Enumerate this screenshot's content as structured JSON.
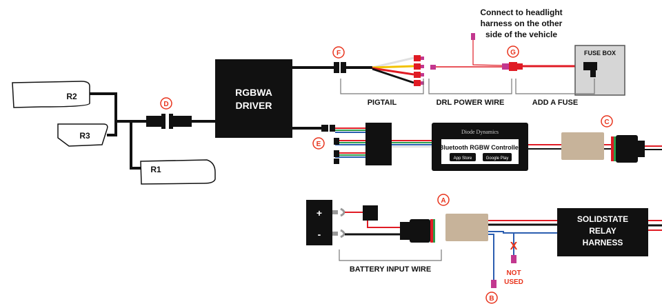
{
  "colors": {
    "red_accent": "#e8331c",
    "black_box": "#111111",
    "wire_black": "#111111",
    "wire_red": "#e01b24",
    "wire_blue": "#2a5db0",
    "tan_plug": "#c7b39a",
    "magenta_tip": "#c2378f"
  },
  "note": "Connect to headlight harness on the other side of the vehicle",
  "note_lines": [
    "Connect to headlight",
    "harness on the other",
    "side of the vehicle"
  ],
  "lights": {
    "r2": "R2",
    "r3": "R3",
    "r1": "R1"
  },
  "driver": {
    "line1": "RGBWA",
    "line2": "DRIVER"
  },
  "callouts": {
    "a": "A",
    "b": "B",
    "c": "C",
    "d": "D",
    "e": "E",
    "f": "F",
    "g": "G"
  },
  "labels": {
    "pigtail": "PIGTAIL",
    "drl": "DRL POWER WIRE",
    "fuse": "ADD A FUSE",
    "fuse_box": "FUSE BOX",
    "battery": "BATTERY INPUT WIRE",
    "not_used_1": "NOT",
    "not_used_2": "USED",
    "x_mark": "X"
  },
  "relay": {
    "line1": "SOLIDSTATE",
    "line2": "RELAY",
    "line3": "HARNESS"
  },
  "battery_terminals": {
    "plus": "+",
    "minus": "-"
  },
  "controller": {
    "brand": "Diode Dynamics",
    "title": "Bluetooth RGBW Controller",
    "app_store": "App Store",
    "google_play": "Google Play"
  }
}
